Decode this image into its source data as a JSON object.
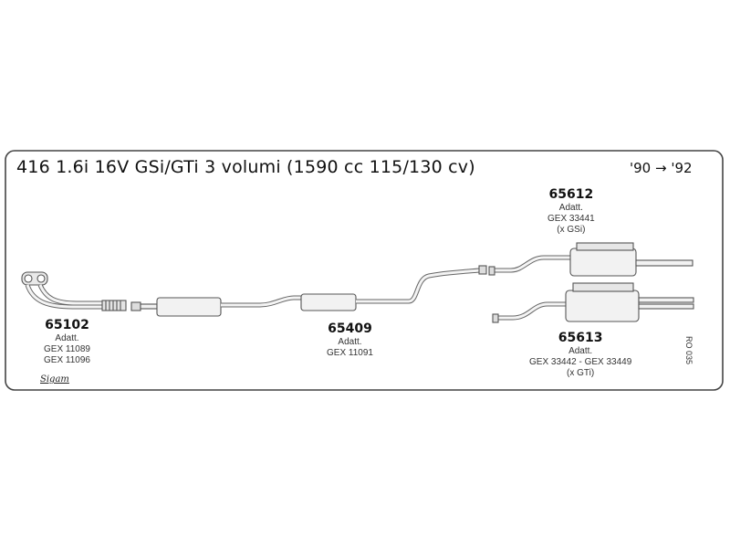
{
  "header": {
    "title": "416 1.6i 16V GSi/GTi 3 volumi (1590 cc 115/130 cv)",
    "years": "'90 → '92"
  },
  "parts": [
    {
      "number": "65102",
      "lines": [
        "Adatt.",
        "GEX 11089",
        "GEX 11096"
      ]
    },
    {
      "number": "65409",
      "lines": [
        "Adatt.",
        "GEX 11091"
      ]
    },
    {
      "number": "65612",
      "lines": [
        "Adatt.",
        "GEX 33441",
        "(x GSi)"
      ]
    },
    {
      "number": "65613",
      "lines": [
        "Adatt.",
        "GEX 33442 - GEX 33449",
        "(x GTi)"
      ]
    }
  ],
  "drawing_code": "RO 035",
  "brand": "Sigam",
  "colors": {
    "pipe_fill": "#f2f2f2",
    "outline": "#555555",
    "frame": "#444444"
  }
}
